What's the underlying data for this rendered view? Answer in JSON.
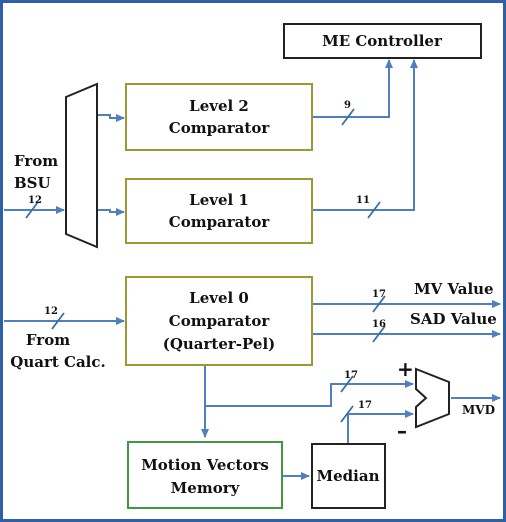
{
  "blocks": {
    "me_controller": "ME Controller",
    "level2": [
      "Level 2",
      "Comparator"
    ],
    "level1": [
      "Level 1",
      "Comparator"
    ],
    "level0": [
      "Level 0",
      "Comparator",
      "(Quarter-Pel)"
    ],
    "mv_memory": [
      "Motion Vectors",
      "Memory"
    ],
    "median": "Median"
  },
  "labels": {
    "from_bsu": [
      "From",
      "BSU"
    ],
    "from_quart": [
      "From",
      "Quart Calc."
    ],
    "mv_value": "MV Value",
    "sad_value": "SAD Value",
    "mvd": "MVD",
    "plus": "+",
    "minus": "–"
  },
  "bus_widths": {
    "bsu_in": "12",
    "level2_out": "9",
    "level1_out": "11",
    "quart_in": "12",
    "mv_value": "17",
    "sad_value": "16",
    "sub_plus": "17",
    "sub_minus": "17"
  },
  "colors": {
    "frame": "#2f5fa8",
    "wire": "#4f7fbf",
    "comparator_border": "#9a9a35",
    "memory_border": "#3f9a3f",
    "block_border": "#222222"
  }
}
